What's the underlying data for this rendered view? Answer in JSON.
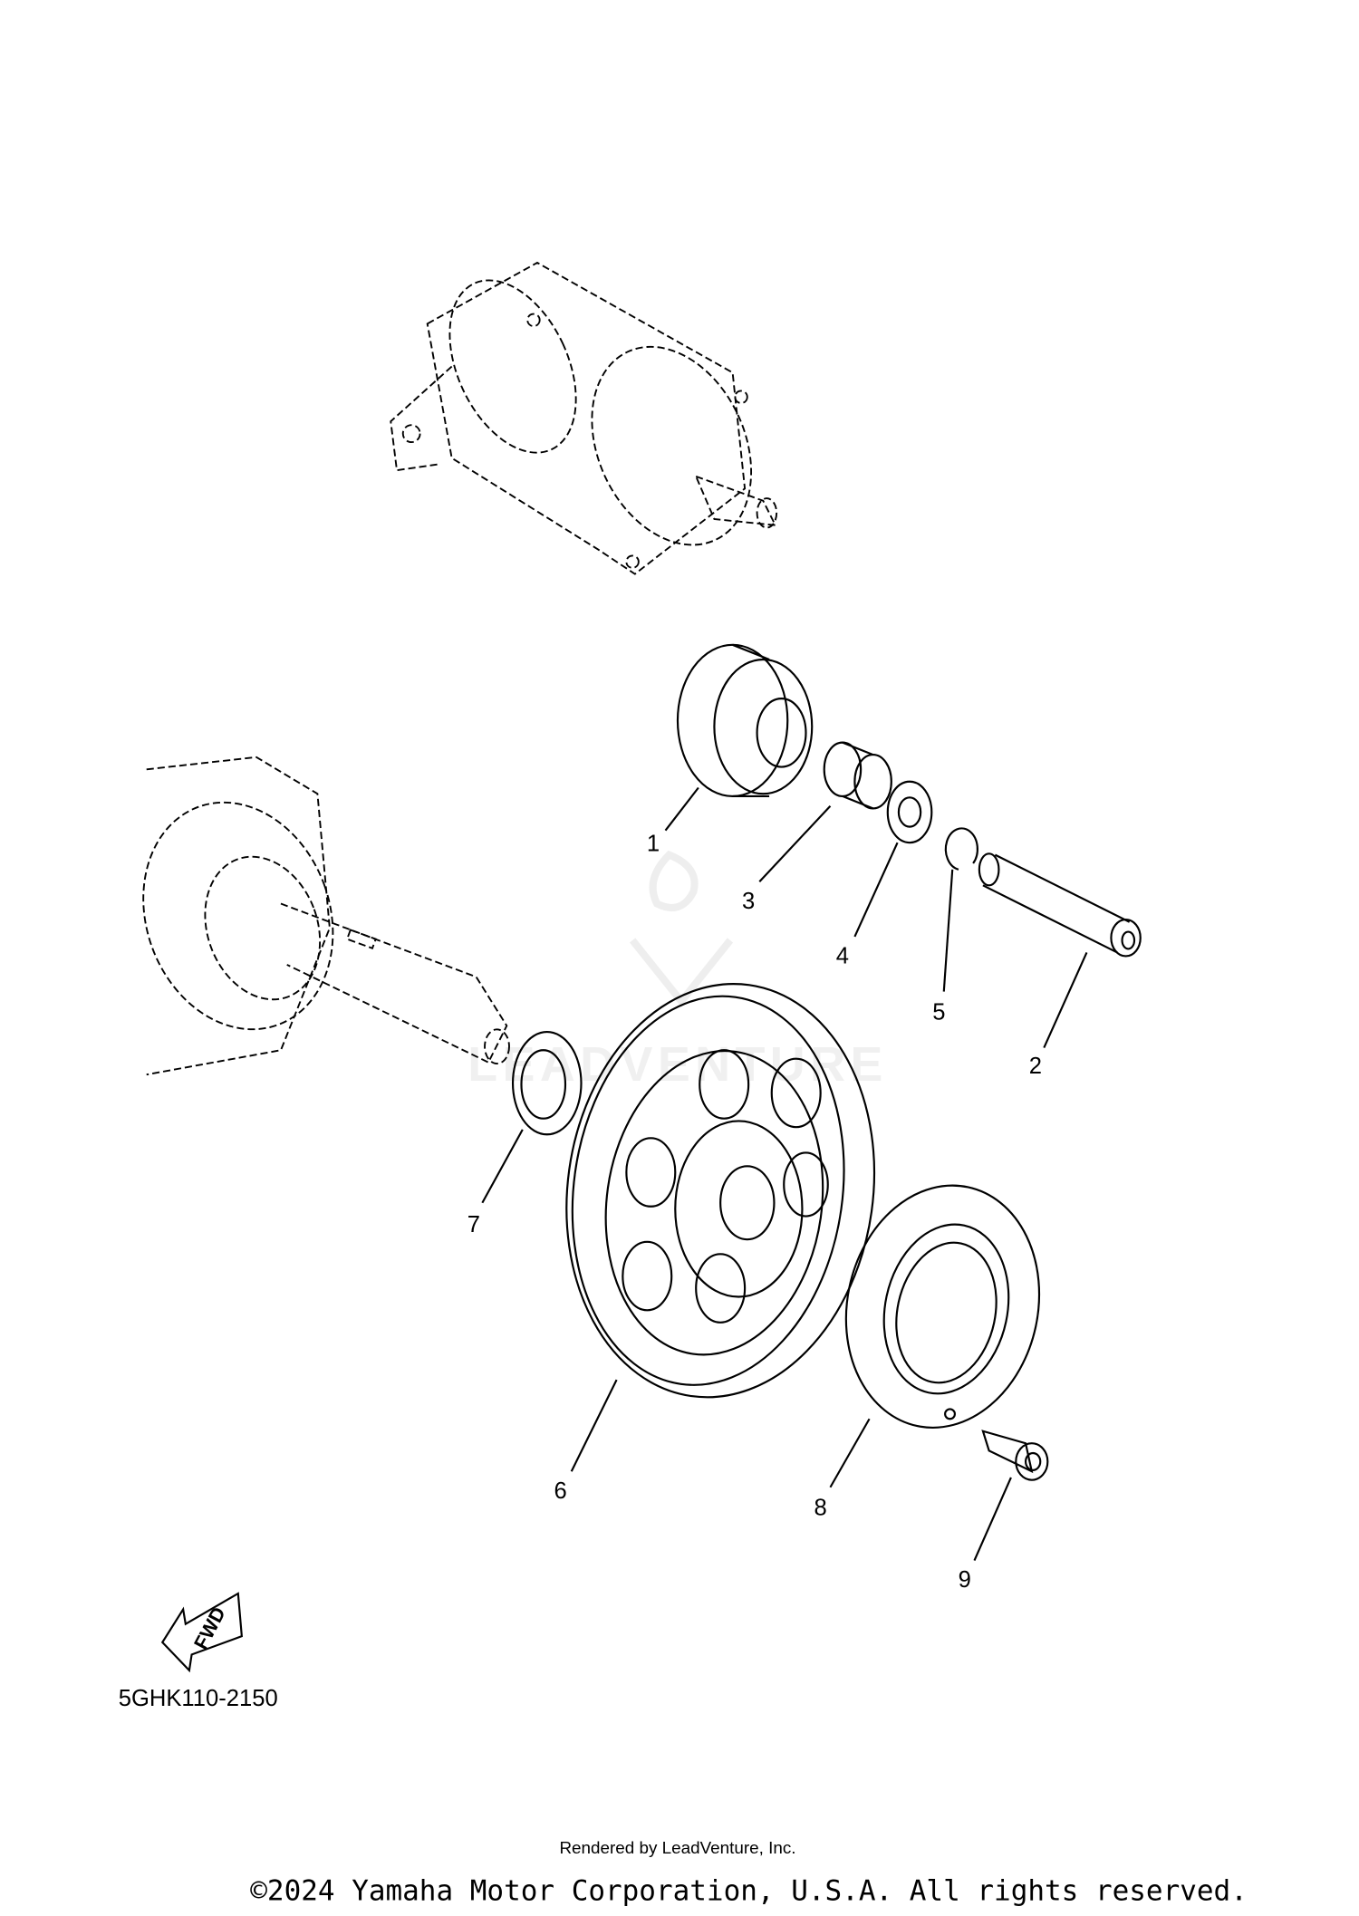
{
  "diagram": {
    "part_code": "5GHK110-2150",
    "fwd_label": "FWD",
    "callouts": [
      "1",
      "2",
      "3",
      "4",
      "5",
      "6",
      "7",
      "8",
      "9"
    ],
    "watermark": "LEADVENTURE"
  },
  "footer": {
    "copyright": "©2024 Yamaha Motor Corporation, U.S.A. All rights reserved.",
    "rendered_by": "Rendered by LeadVenture, Inc."
  }
}
